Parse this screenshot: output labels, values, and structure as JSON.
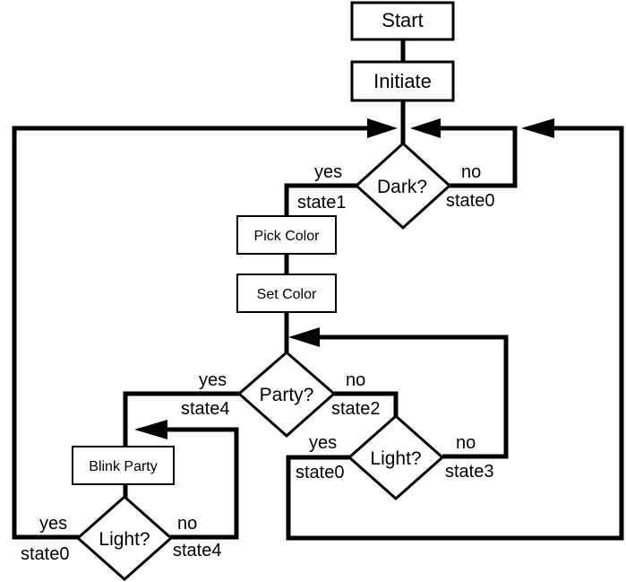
{
  "nodes": {
    "start": "Start",
    "initiate": "Initiate",
    "dark_decision": "Dark?",
    "pick_color": "Pick Color",
    "set_color": "Set Color",
    "party_decision": "Party?",
    "light_decision_right": "Light?",
    "blink_party": "Blink Party",
    "light_decision_left": "Light?"
  },
  "edges": {
    "dark_yes": "yes",
    "dark_yes_state": "state1",
    "dark_no": "no",
    "dark_no_state": "state0",
    "party_yes": "yes",
    "party_yes_state": "state4",
    "party_no": "no",
    "party_no_state": "state2",
    "light_right_yes": "yes",
    "light_right_yes_state": "state0",
    "light_right_no": "no",
    "light_right_no_state": "state3",
    "light_left_yes": "yes",
    "light_left_yes_state": "state0",
    "light_left_no": "no",
    "light_left_no_state": "state4"
  }
}
